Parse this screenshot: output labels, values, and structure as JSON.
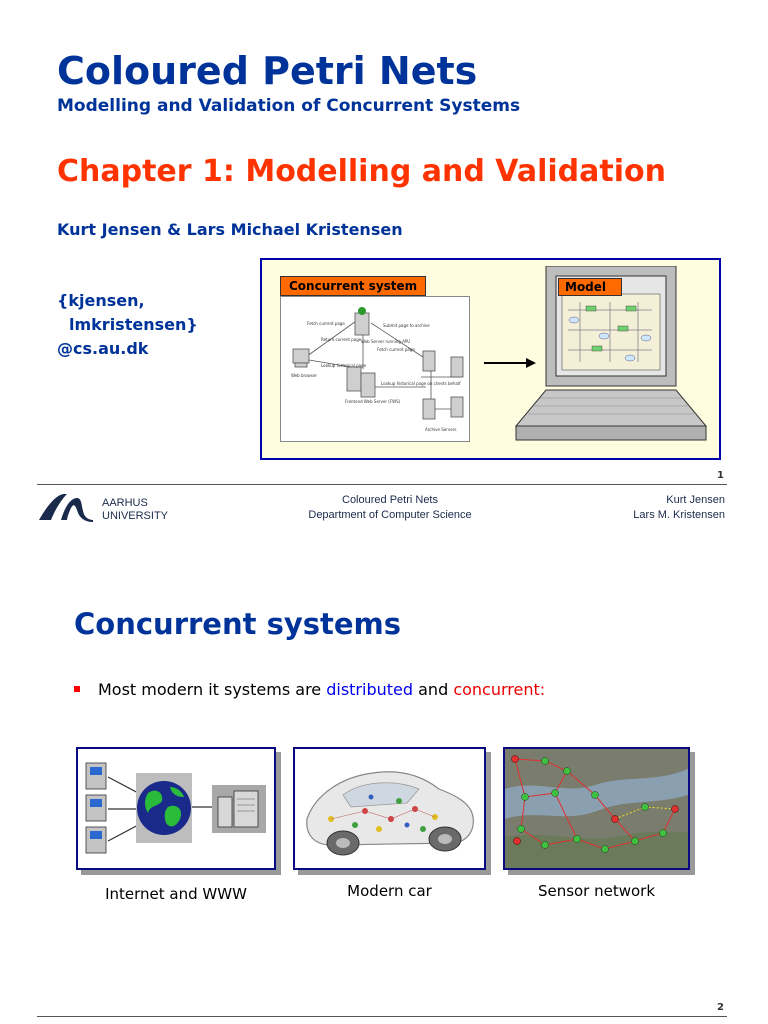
{
  "slide1": {
    "title": "Coloured Petri Nets",
    "subtitle": "Modelling and Validation of Concurrent Systems",
    "chapter": "Chapter 1:  Modelling and Validation",
    "authors": "Kurt Jensen & Lars Michael Kristensen",
    "email_lines": [
      "{kjensen,",
      " lmkristensen}",
      "@cs.au.dk"
    ],
    "figure": {
      "concurrent_label": "Concurrent system",
      "model_label": "Model"
    },
    "page_number": "1"
  },
  "footer": {
    "university_lines": [
      "AARHUS",
      "UNIVERSITY"
    ],
    "center_lines": [
      "Coloured Petri Nets",
      "Department of Computer Science"
    ],
    "right_lines": [
      "Kurt Jensen",
      "Lars M. Kristensen"
    ]
  },
  "slide2": {
    "title": "Concurrent systems",
    "bullet": {
      "prefix": "Most modern it systems are ",
      "word1": "distributed",
      "middle": " and ",
      "word2": "concurrent:"
    },
    "captions": [
      "Internet and WWW",
      "Modern car",
      "Sensor network"
    ],
    "page_number": "2"
  },
  "colors": {
    "title_blue": "#003399",
    "chapter_orange": "#ff3300",
    "label_orange": "#ff6a00",
    "frame_navy": "#0a0a80"
  }
}
